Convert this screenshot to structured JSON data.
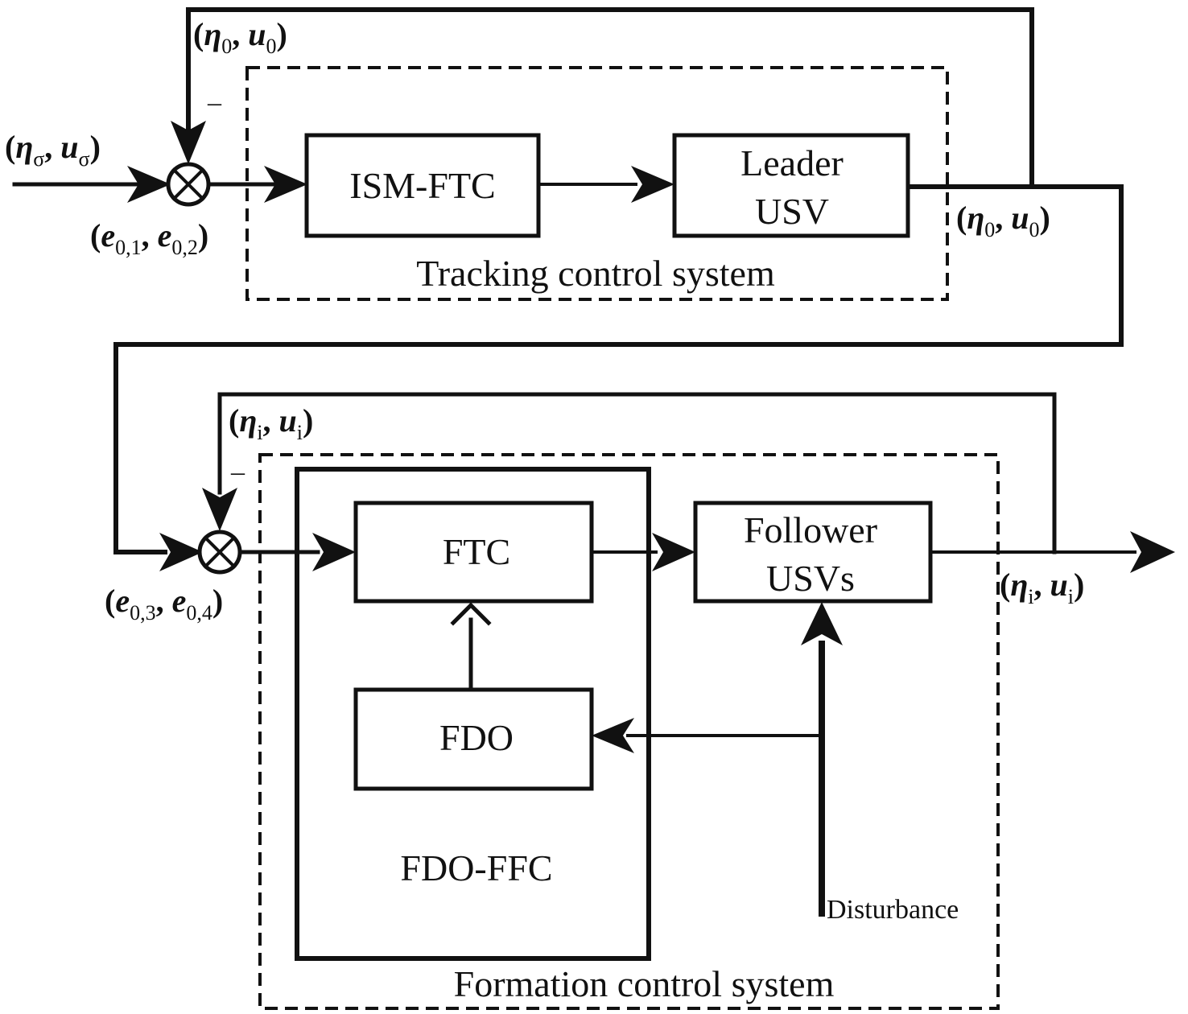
{
  "blocks": {
    "ism_ftc": "ISM-FTC",
    "leader_usv": [
      "Leader",
      "USV"
    ],
    "ftc": "FTC",
    "fdo": "FDO",
    "follower_usvs": [
      "Follower",
      "USVs"
    ],
    "fdo_ffc": "FDO-FFC"
  },
  "groups": {
    "tracking": "Tracking control system",
    "formation": "Formation control system"
  },
  "signals": {
    "ref_input": {
      "a": "η",
      "a_sub": "σ",
      "b": "u",
      "b_sub": "σ"
    },
    "leader_feedback": {
      "a": "η",
      "a_sub": "0",
      "b": "u",
      "b_sub": "0"
    },
    "leader_output": {
      "a": "η",
      "a_sub": "0",
      "b": "u",
      "b_sub": "0"
    },
    "error_leader": {
      "a": "e",
      "a_sub": "0,1",
      "b": "e",
      "b_sub": "0,2"
    },
    "follower_feedback": {
      "a": "η",
      "a_sub": "i",
      "b": "u",
      "b_sub": "i"
    },
    "follower_output": {
      "a": "η",
      "a_sub": "i",
      "b": "u",
      "b_sub": "i"
    },
    "error_follower": {
      "a": "e",
      "a_sub": "0,3",
      "b": "e",
      "b_sub": "0,4"
    },
    "disturbance": "Disturbance",
    "minus_sign": "–"
  }
}
